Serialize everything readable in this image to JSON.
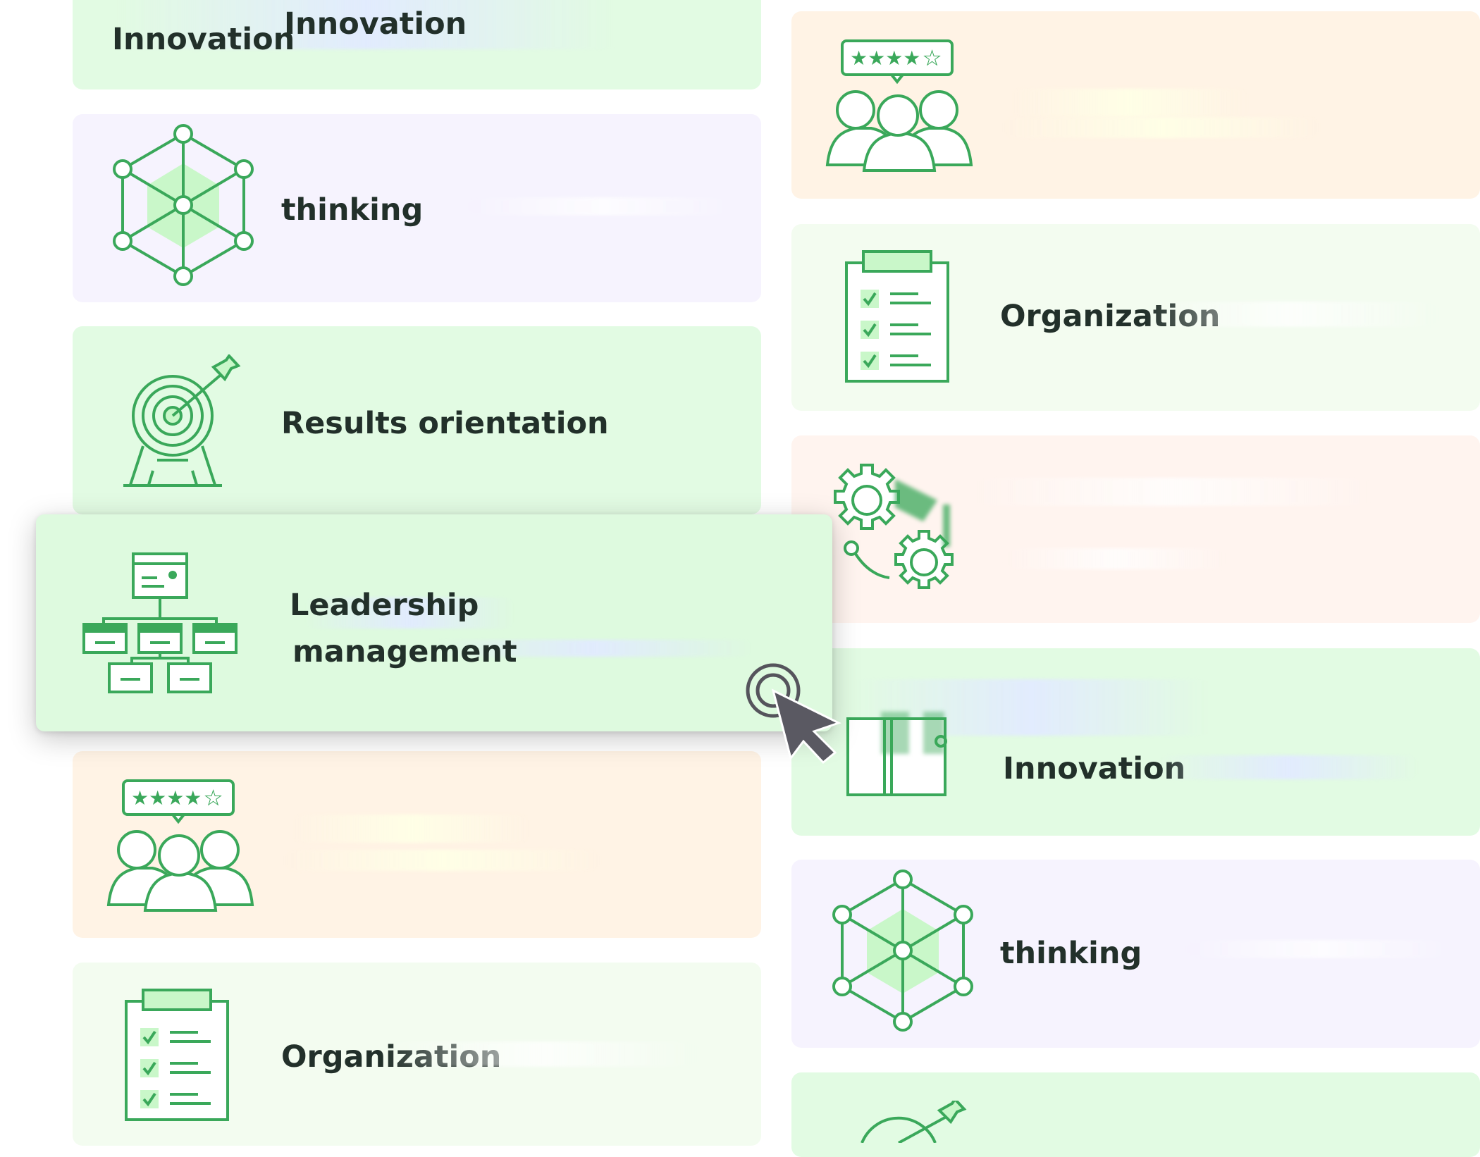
{
  "left_column": [
    {
      "id": "innovation",
      "labels": [
        "Innovation",
        "Innovation"
      ],
      "icon": "innovation-icon",
      "color": "#e2fbe3"
    },
    {
      "id": "thinking",
      "label": "thinking",
      "icon": "network-hexagon-icon",
      "color": "#f6f3fe"
    },
    {
      "id": "results",
      "label": "Results orientation",
      "icon": "target-arrow-icon",
      "color": "#e2fbe3"
    },
    {
      "id": "team",
      "label": "",
      "icon": "team-rating-icon",
      "color": "#fff3e5"
    },
    {
      "id": "organization",
      "label": "Organization",
      "icon": "checklist-clipboard-icon",
      "color": "#f3fcf0"
    }
  ],
  "right_column": [
    {
      "id": "team",
      "label": "",
      "icon": "team-rating-icon",
      "color": "#fff3e5"
    },
    {
      "id": "organization",
      "label": "Organization",
      "icon": "checklist-clipboard-icon",
      "color": "#f3fcf0"
    },
    {
      "id": "process",
      "label": "",
      "icon": "gears-icon",
      "color": "#fff4ef"
    },
    {
      "id": "innovation",
      "label": "Innovation",
      "icon": "book-icon",
      "color": "#e2fbe3"
    },
    {
      "id": "thinking",
      "label": "thinking",
      "icon": "network-hexagon-icon",
      "color": "#f6f3fe"
    },
    {
      "id": "results",
      "label": "",
      "icon": "target-arrow-icon",
      "color": "#e2fbe3"
    }
  ],
  "dragged_card": {
    "line1": "Leadership",
    "line2": "management",
    "icon": "org-chart-icon",
    "color": "#defadf"
  },
  "cursor": {
    "icon": "mouse-pointer-icon",
    "state": "dragging"
  },
  "colors": {
    "icon_stroke": "#3aa85a",
    "icon_fill": "#c9f7c9",
    "text": "#22302a"
  }
}
